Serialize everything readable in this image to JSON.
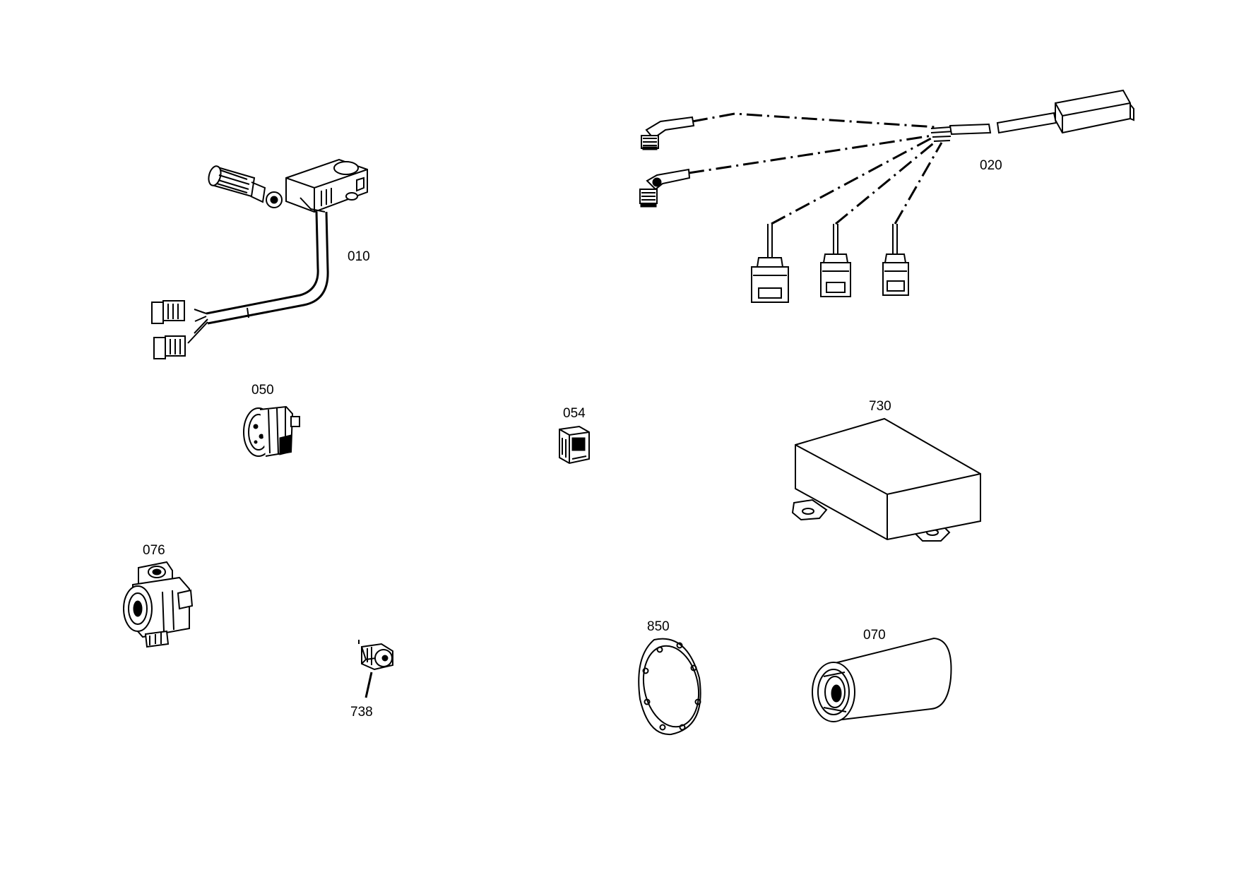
{
  "labels": {
    "p010": "010",
    "p020": "020",
    "p050": "050",
    "p054": "054",
    "p730": "730",
    "p076": "076",
    "p738": "738",
    "p850": "850",
    "p070": "070"
  }
}
